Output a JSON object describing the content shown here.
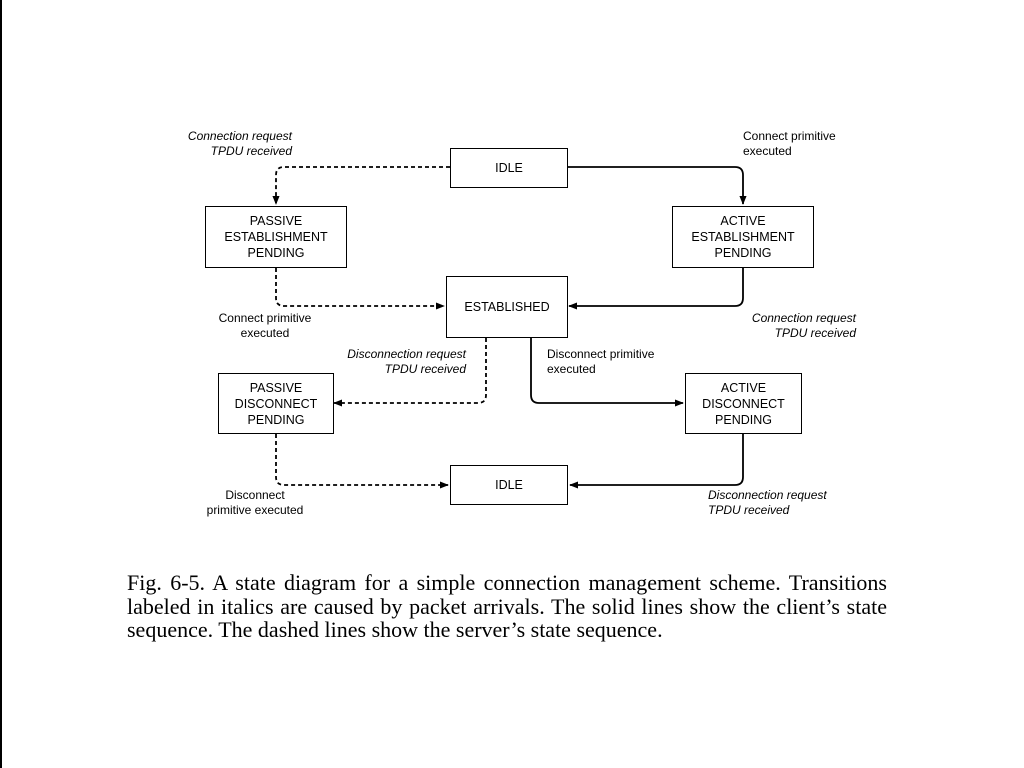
{
  "states": {
    "idle_top": "IDLE",
    "passive_establishment": "PASSIVE\nESTABLISHMENT\nPENDING",
    "active_establishment": "ACTIVE\nESTABLISHMENT\nPENDING",
    "established": "ESTABLISHED",
    "passive_disconnect": "PASSIVE\nDISCONNECT\nPENDING",
    "active_disconnect": "ACTIVE\nDISCONNECT\nPENDING",
    "idle_bottom": "IDLE"
  },
  "transitions": {
    "server_conn_request": "Connection request\nTPDU received",
    "client_connect_primitive": "Connect primitive\nexecuted",
    "server_connect_primitive": "Connect primitive\nexecuted",
    "client_conn_request": "Connection request\nTPDU received",
    "server_disconn_request": "Disconnection request\nTPDU received",
    "client_disconnect_primitive": "Disconnect primitive\nexecuted",
    "server_disconnect_primitive": "Disconnect\nprimitive executed",
    "client_disconn_request": "Disconnection request\nTPDU received"
  },
  "caption": "Fig. 6-5. A state diagram for a simple connection management scheme.  Transitions labeled in italics are caused by packet arrivals.  The solid lines show the client’s state sequence.  The dashed lines show the server’s state sequence."
}
